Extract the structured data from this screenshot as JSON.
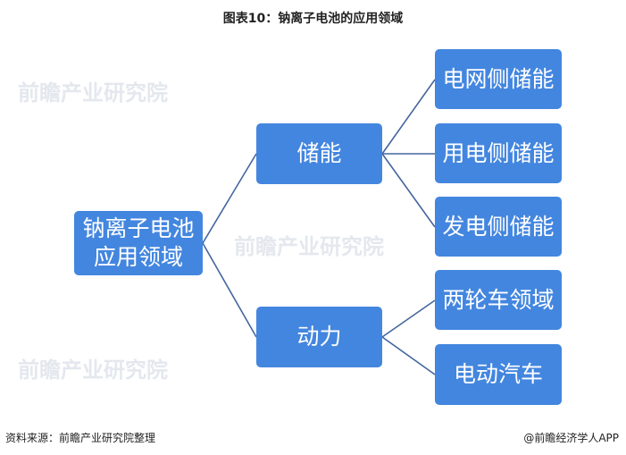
{
  "title": "图表10：钠离子电池的应用领域",
  "root": "钠离子电池应用领域",
  "root_lines": [
    "钠离子电池",
    "应用领域"
  ],
  "branches": [
    {
      "label": "储能",
      "children": [
        "电网侧储能",
        "用电侧储能",
        "发电侧储能"
      ]
    },
    {
      "label": "动力",
      "children": [
        "两轮车领域",
        "电动汽车"
      ]
    }
  ],
  "footer": {
    "source": "资料来源：前瞻产业研究院整理",
    "credit": "@前瞻经济学人APP"
  },
  "watermark": "前瞻产业研究院",
  "colors": {
    "box": "#4386df",
    "line": "#44669e"
  }
}
